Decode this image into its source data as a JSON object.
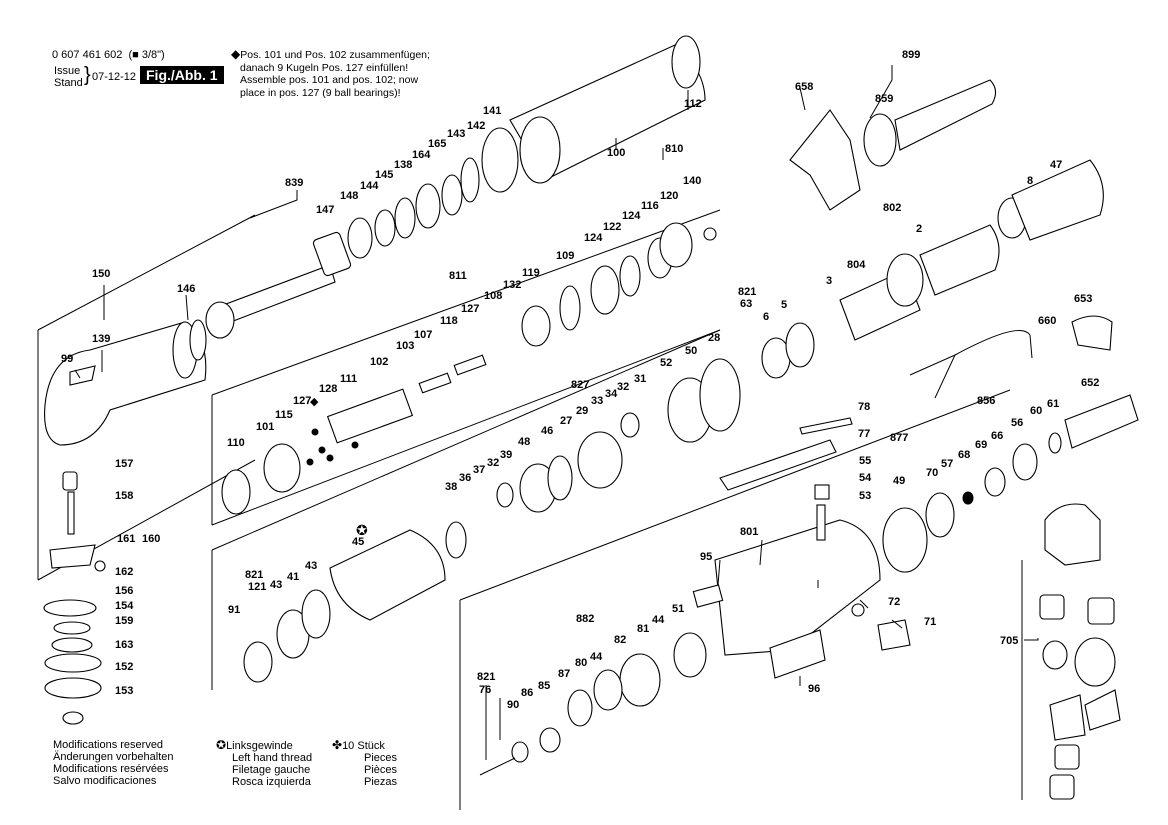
{
  "header": {
    "part_number": "0 607 461 602",
    "drive_size": "(■ 3/8\")",
    "issue_label": "Issue",
    "stand_label": "Stand",
    "issue_date": "07-12-12",
    "figure_label": "Fig./Abb. 1"
  },
  "assembly_note": {
    "line1": "Pos. 101 und Pos. 102 zusammenfügen;",
    "line2": "danach 9 Kugeln Pos. 127 einfüllen!",
    "line3": "Assemble pos. 101 and pos. 102; now",
    "line4": "place in pos. 127 (9 ball bearings)!"
  },
  "footer": {
    "modifications": [
      "Modifications reserved",
      "Änderungen vorbehalten",
      "Modifications resérvées",
      "Salvo modificaciones"
    ],
    "left_thread": [
      "Linksgewinde",
      "Left hand thread",
      "Filetage gauche",
      "Rosca izquierda"
    ],
    "pieces_count": "10 Stück",
    "pieces": [
      "Pieces",
      "Pièces",
      "Piezas"
    ]
  },
  "parts": {
    "p899": "899",
    "p658": "658",
    "p859": "859",
    "p112": "112",
    "p100": "100",
    "p810": "810",
    "p141": "141",
    "p142": "142",
    "p143": "143",
    "p165": "165",
    "p164": "164",
    "p138": "138",
    "p145": "145",
    "p144": "144",
    "p148": "148",
    "p147": "147",
    "p839": "839",
    "p140": "140",
    "p120": "120",
    "p116": "116",
    "p124a": "124",
    "p122": "122",
    "p124b": "124",
    "p109": "109",
    "p119": "119",
    "p132": "132",
    "p108": "108",
    "p811": "811",
    "p127": "127",
    "p118": "118",
    "p107": "107",
    "p103": "103",
    "p102": "102",
    "p111": "111",
    "p128": "128",
    "p127s": "127",
    "p115": "115",
    "p101": "101",
    "p110": "110",
    "p150": "150",
    "p146": "146",
    "p139": "139",
    "p99": "99",
    "p157": "157",
    "p158": "158",
    "p161": "161",
    "p160": "160",
    "p162": "162",
    "p156": "156",
    "p154": "154",
    "p159": "159",
    "p163": "163",
    "p152": "152",
    "p153": "153",
    "p47": "47",
    "p8": "8",
    "p802": "802",
    "p2": "2",
    "p804": "804",
    "p3": "3",
    "p821a": "821",
    "p63": "63",
    "p6": "6",
    "p5": "5",
    "p653": "653",
    "p660": "660",
    "p28": "28",
    "p50": "50",
    "p52": "52",
    "p827": "827",
    "p31": "31",
    "p32a": "32",
    "p34": "34",
    "p33": "33",
    "p29": "29",
    "p27": "27",
    "p46": "46",
    "p48": "48",
    "p39": "39",
    "p32b": "32",
    "p37": "37",
    "p36": "36",
    "p38": "38",
    "p45": "45",
    "p821b": "821",
    "p121": "121",
    "p43a": "43",
    "p41": "41",
    "p43b": "43",
    "p91": "91",
    "p78": "78",
    "p77": "77",
    "p877": "877",
    "p55": "55",
    "p54": "54",
    "p53": "53",
    "p49": "49",
    "p856": "856",
    "p652": "652",
    "p61": "61",
    "p60": "60",
    "p56": "56",
    "p66": "66",
    "p69": "69",
    "p68": "68",
    "p57": "57",
    "p70": "70",
    "p801": "801",
    "p95": "95",
    "p72": "72",
    "p71": "71",
    "p96": "96",
    "p705": "705",
    "p882": "882",
    "p51": "51",
    "p44a": "44",
    "p81": "81",
    "p82": "82",
    "p44b": "44",
    "p80": "80",
    "p87": "87",
    "p85": "85",
    "p86": "86",
    "p90": "90",
    "p821c": "821",
    "p76": "76"
  }
}
